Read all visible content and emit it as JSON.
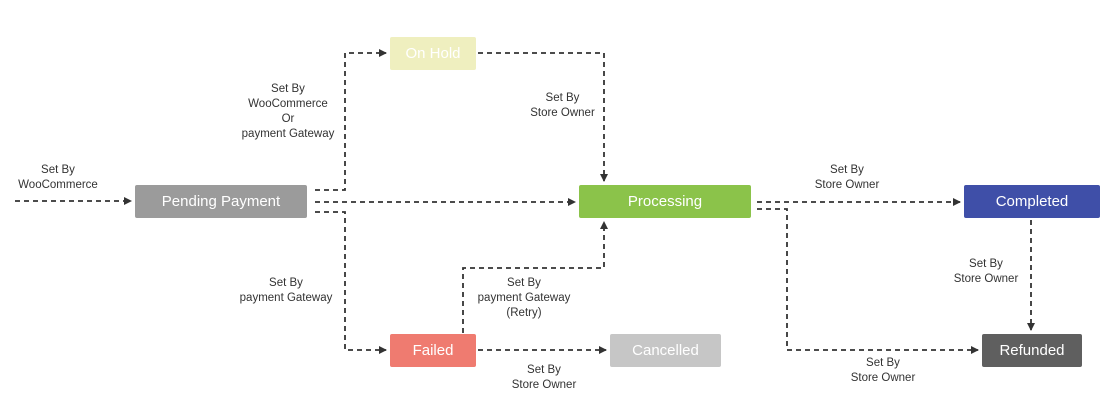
{
  "nodes": {
    "on_hold": {
      "label": "On Hold",
      "color": "#efefbf"
    },
    "pending_payment": {
      "label": "Pending Payment",
      "color": "#9b9b9b"
    },
    "processing": {
      "label": "Processing",
      "color": "#8bc34a"
    },
    "completed": {
      "label": "Completed",
      "color": "#3f4fa8"
    },
    "failed": {
      "label": "Failed",
      "color": "#ef7b70"
    },
    "cancelled": {
      "label": "Cancelled",
      "color": "#c6c6c6"
    },
    "refunded": {
      "label": "Refunded",
      "color": "#5f5f5f"
    }
  },
  "edge_labels": {
    "entry": [
      "Set By",
      "WooCommerce"
    ],
    "to_on_hold": [
      "Set By",
      "WooCommerce",
      "Or",
      "payment Gateway"
    ],
    "to_processing": [
      "Set By",
      "Store Owner"
    ],
    "to_completed": [
      "Set By",
      "Store Owner"
    ],
    "to_failed": [
      "Set By",
      "payment Gateway"
    ],
    "retry": [
      "Set By",
      "payment Gateway",
      "(Retry)"
    ],
    "to_cancelled": [
      "Set By",
      "Store Owner"
    ],
    "to_refunded_v": [
      "Set By",
      "Store Owner"
    ],
    "to_refunded": [
      "Set By",
      "Store Owner"
    ]
  },
  "style": {
    "edge_color": "#333333"
  }
}
